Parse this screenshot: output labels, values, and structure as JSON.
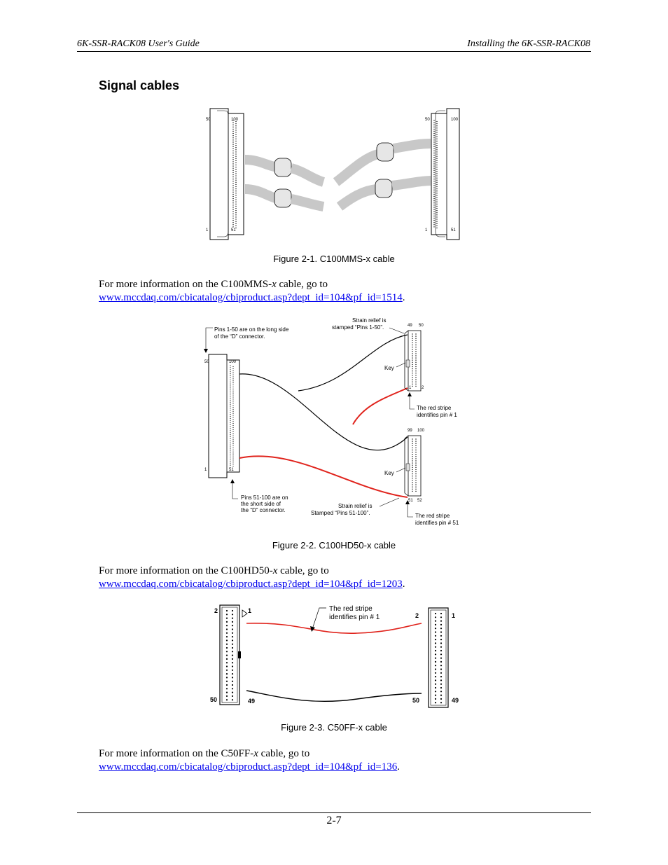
{
  "header": {
    "left": "6K-SSR-RACK08 User's Guide",
    "right": "Installing the 6K-SSR-RACK08"
  },
  "section_title": "Signal cables",
  "figure1": {
    "caption": "Figure 2-1. C100MMS-x cable",
    "left_conn": {
      "top_left": "50",
      "top_right": "100",
      "bot_left": "1",
      "bot_right": "51"
    },
    "right_conn": {
      "top_left": "50",
      "top_right": "100",
      "bot_left": "1",
      "bot_right": "51"
    }
  },
  "para1": {
    "text": "For more information on the C100MMS-",
    "italic": "x",
    "rest": " cable, go to",
    "link": "www.mccdaq.com/cbicatalog/cbiproduct.asp?dept_id=104&pf_id=1514",
    "end": "."
  },
  "figure2": {
    "caption": "Figure 2-2. C100HD50-x cable",
    "note_long_1": "Pins 1-50 are on the long side",
    "note_long_2": "of the “D” connector.",
    "note_short_1": "Pins 51-100 are on",
    "note_short_2": "the short side of",
    "note_short_3": "the “D” connector.",
    "strain1_1": "Strain relief is",
    "strain1_2": "stamped “Pins 1-50”.",
    "strain2_1": "Strain relief is",
    "strain2_2": "Stamped “Pins 51-100”.",
    "stripe1_1": "The red stripe",
    "stripe1_2": "identifies pin # 1",
    "stripe2_1": "The red stripe",
    "stripe2_2": "identifies pin # 51",
    "key1": "Key",
    "key2": "Key",
    "d_top_left": "50",
    "d_top_right": "100",
    "d_bot_left": "1",
    "d_bot_right": "51",
    "h1_top_left": "49",
    "h1_top_right": "50",
    "h1_bot_left": "1",
    "h1_bot_right": "2",
    "h2_top_left": "99",
    "h2_top_right": "100",
    "h2_bot_left": "51",
    "h2_bot_right": "52"
  },
  "para2": {
    "text": "For more information on the C100HD50-",
    "italic": "x",
    "rest": " cable, go to",
    "link": "www.mccdaq.com/cbicatalog/cbiproduct.asp?dept_id=104&pf_id=1203",
    "end": "."
  },
  "figure3": {
    "caption": "Figure 2-3. C50FF-x cable",
    "stripe_1": "The red stripe",
    "stripe_2": "identifies pin # 1",
    "left": {
      "tl": "2",
      "tr": "1",
      "bl": "50",
      "br": "49"
    },
    "right": {
      "tl": "2",
      "tr": "1",
      "bl": "50",
      "br": "49"
    }
  },
  "para3": {
    "text": "For more information on the C50FF-",
    "italic": "x",
    "rest": " cable, go to",
    "link": "www.mccdaq.com/cbicatalog/cbiproduct.asp?dept_id=104&pf_id=136",
    "end": "."
  },
  "page_number": "2-7",
  "colors": {
    "red_stripe": "#e0231c",
    "cable_gray": "#bdbdbd",
    "link": "#0000ee"
  }
}
